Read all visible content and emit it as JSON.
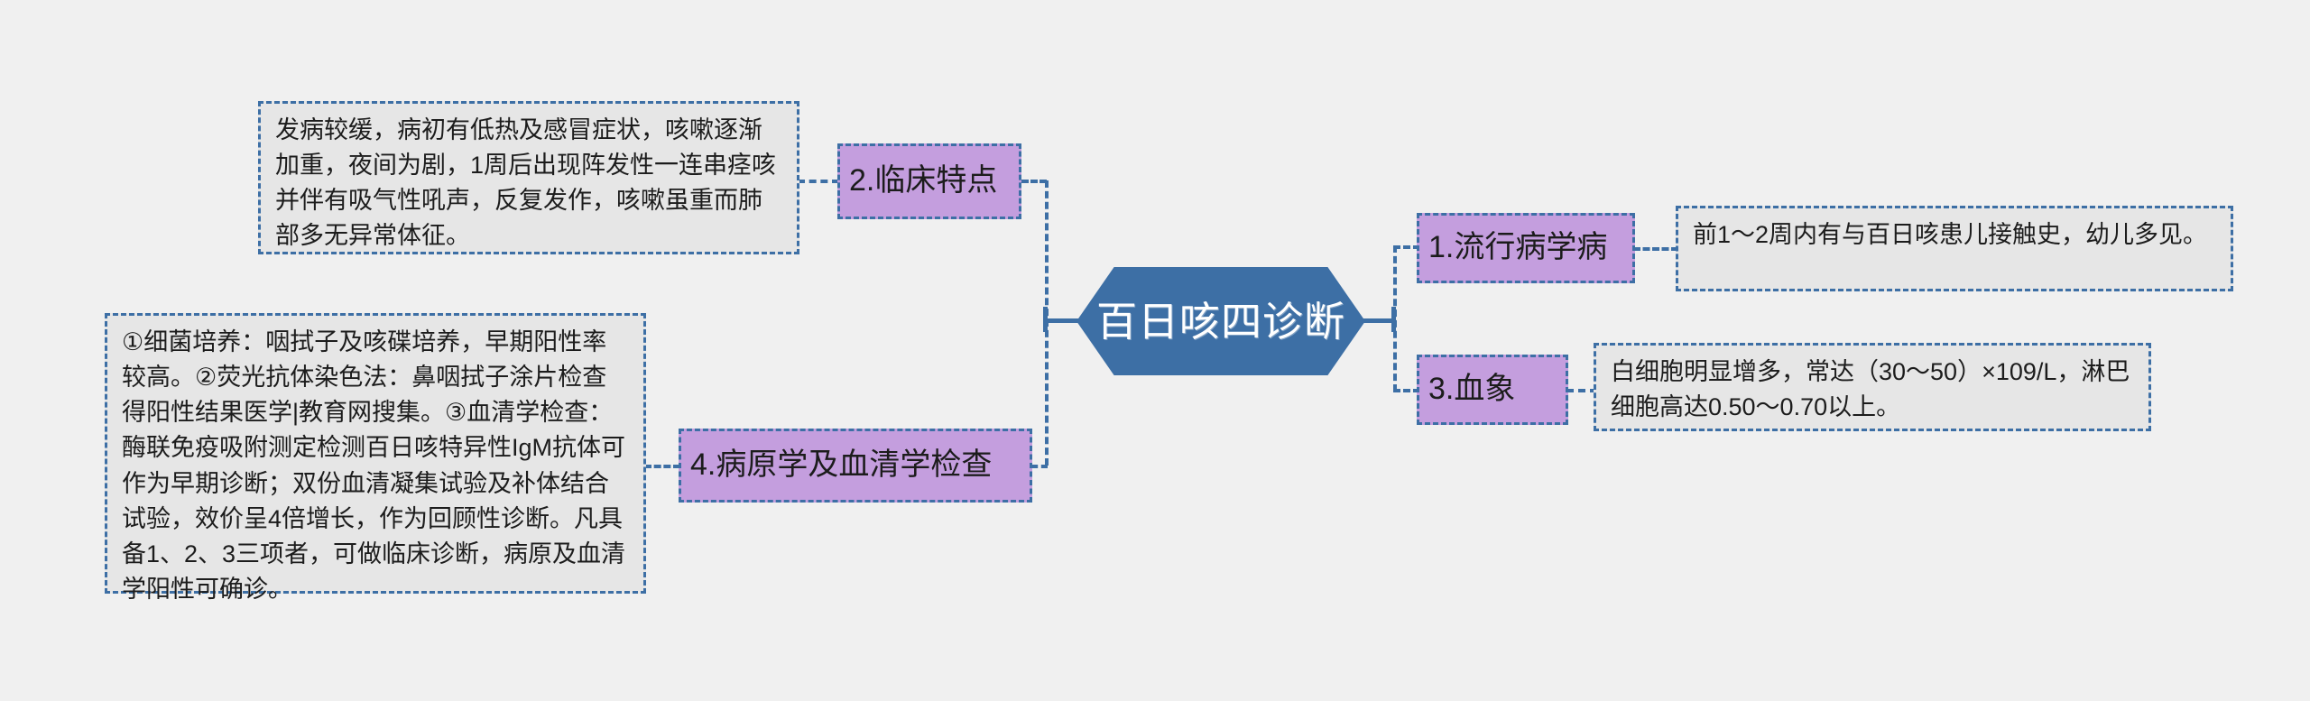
{
  "center": {
    "label": "百日咳四诊断",
    "fill": "#3D6FA5",
    "text_color": "#FFFFFF"
  },
  "theme": {
    "background": "#F0F0F0",
    "node_fill": "#C49EDE",
    "detail_fill": "#E6E6E6",
    "line_color": "#3D6FA5",
    "text_color": "#1C1C1C"
  },
  "branches": {
    "clinical": {
      "node_label": "2.临床特点",
      "detail_text": "发病较缓，病初有低热及感冒症状，咳嗽逐渐加重，夜间为剧，1周后出现阵发性一连串痉咳并伴有吸气性吼声，反复发作，咳嗽虽重而肺部多无异常体征。"
    },
    "lab": {
      "node_label": "4.病原学及血清学检查",
      "detail_text": "①细菌培养：咽拭子及咳碟培养，早期阳性率较高。②荧光抗体染色法：鼻咽拭子涂片检查得阳性结果医学|教育网搜集。③血清学检查：酶联免疫吸附测定检测百日咳特异性IgM抗体可作为早期诊断；双份血清凝集试验及补体结合试验，效价呈4倍增长，作为回顾性诊断。凡具备1、2、3三项者，可做临床诊断，病原及血清学阳性可确诊。"
    },
    "epidemiology": {
      "node_label": "1.流行病学病",
      "detail_text": "前1～2周内有与百日咳患儿接触史，幼儿多见。"
    },
    "bloodcount": {
      "node_label": "3.血象",
      "detail_text": "白细胞明显增多，常达（30～50）×109/L，淋巴细胞高达0.50～0.70以上。"
    }
  }
}
